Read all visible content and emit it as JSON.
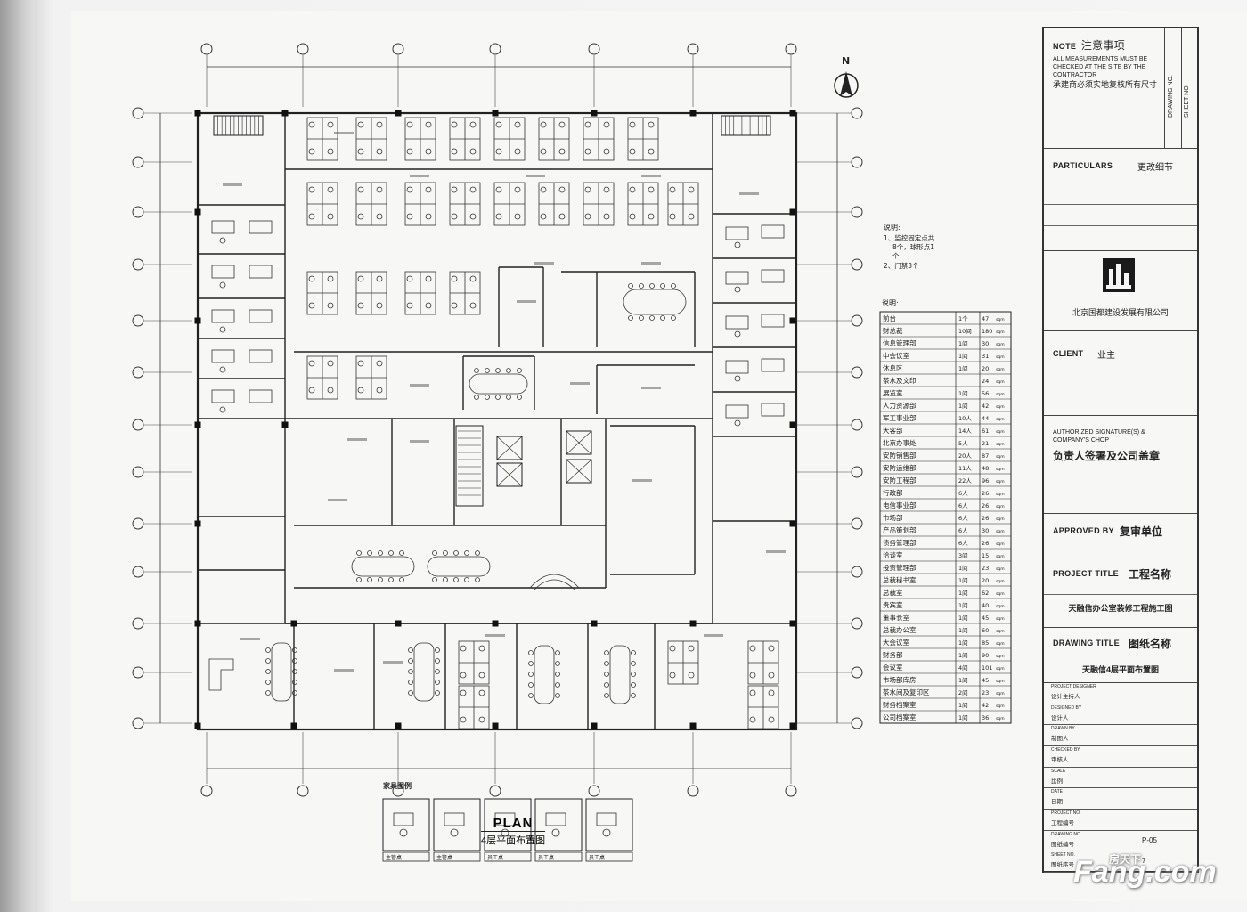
{
  "north_label": "N",
  "plan": {
    "title": "PLAN",
    "subtitle": "4层平面布置图"
  },
  "notes_top": {
    "heading": "说明:",
    "lines": [
      "1、监控固定点共",
      "8个，球形点1",
      "个",
      "2、门禁3个"
    ]
  },
  "area_table": {
    "heading": "说明:",
    "unit": "sqm",
    "rows": [
      {
        "name": "前台",
        "qty": "1个",
        "area": "47"
      },
      {
        "name": "财总裁",
        "qty": "10间",
        "area": "180"
      },
      {
        "name": "信息管理部",
        "qty": "1间",
        "area": "30"
      },
      {
        "name": "中会议室",
        "qty": "1间",
        "area": "31"
      },
      {
        "name": "休息区",
        "qty": "1间",
        "area": "20"
      },
      {
        "name": "茶水及文印",
        "qty": "",
        "area": "24"
      },
      {
        "name": "展览室",
        "qty": "1间",
        "area": "56"
      },
      {
        "name": "人力资源部",
        "qty": "1间",
        "area": "42"
      },
      {
        "name": "军工事业部",
        "qty": "10人",
        "area": "44"
      },
      {
        "name": "大客部",
        "qty": "14人",
        "area": "61"
      },
      {
        "name": "北京办事处",
        "qty": "5人",
        "area": "21"
      },
      {
        "name": "安防销售部",
        "qty": "20人",
        "area": "87"
      },
      {
        "name": "安防运维部",
        "qty": "11人",
        "area": "48"
      },
      {
        "name": "安防工程部",
        "qty": "22人",
        "area": "96"
      },
      {
        "name": "行政部",
        "qty": "6人",
        "area": "26"
      },
      {
        "name": "电信事业部",
        "qty": "6人",
        "area": "26"
      },
      {
        "name": "市场部",
        "qty": "6人",
        "area": "26"
      },
      {
        "name": "产品策划部",
        "qty": "6人",
        "area": "30"
      },
      {
        "name": "债务管理部",
        "qty": "6人",
        "area": "26"
      },
      {
        "name": "洽谈室",
        "qty": "3间",
        "area": "15"
      },
      {
        "name": "投资管理部",
        "qty": "1间",
        "area": "23"
      },
      {
        "name": "总裁秘书室",
        "qty": "1间",
        "area": "20"
      },
      {
        "name": "总裁室",
        "qty": "1间",
        "area": "62"
      },
      {
        "name": "贵宾室",
        "qty": "1间",
        "area": "40"
      },
      {
        "name": "董事长室",
        "qty": "1间",
        "area": "45"
      },
      {
        "name": "总裁办公室",
        "qty": "1间",
        "area": "60"
      },
      {
        "name": "大会议室",
        "qty": "1间",
        "area": "85"
      },
      {
        "name": "财务部",
        "qty": "1间",
        "area": "90"
      },
      {
        "name": "会议室",
        "qty": "4间",
        "area": "101"
      },
      {
        "name": "市场部库房",
        "qty": "1间",
        "area": "45"
      },
      {
        "name": "茶水间及复印区",
        "qty": "2间",
        "area": "23"
      },
      {
        "name": "财务档案室",
        "qty": "1间",
        "area": "42"
      },
      {
        "name": "公司档案室",
        "qty": "1间",
        "area": "36"
      }
    ]
  },
  "legend": {
    "heading": "家具图例",
    "items": [
      "主管桌",
      "主管桌",
      "员工桌",
      "员工桌",
      "员工桌"
    ]
  },
  "title_block": {
    "note_en": "NOTE",
    "note_cn": "注意事项",
    "note_text": [
      "ALL MEASUREMENTS MUST BE",
      "CHECKED AT THE SITE BY THE",
      "CONTRACTOR"
    ],
    "note_cn_text": "承建商必须实地复核所有尺寸",
    "side_labels": [
      "DRAWING NO.",
      "SHEET NO."
    ],
    "particulars_en": "PARTICULARS",
    "particulars_cn": "更改细节",
    "company": "北京国都建设发展有限公司",
    "client_en": "CLIENT",
    "client_cn": "业主",
    "auth_en": [
      "AUTHORIZED SIGNATURE(S) &",
      "COMPANY'S CHOP"
    ],
    "auth_cn": "负责人签署及公司盖章",
    "approved_en": "APPROVED BY",
    "approved_cn": "复审单位",
    "project_en": "PROJECT TITLE",
    "project_cn": "工程名称",
    "project_value": "天融信办公室装修工程施工图",
    "drawing_en": "DRAWING TITLE",
    "drawing_cn": "图纸名称",
    "drawing_value": "天融信4层平面布置图",
    "info_rows": [
      {
        "en": "PROJECT DESIGNER",
        "cn": "设计主持人",
        "val": ""
      },
      {
        "en": "DESIGNED BY",
        "cn": "设计人",
        "val": ""
      },
      {
        "en": "DRAWN BY",
        "cn": "制图人",
        "val": ""
      },
      {
        "en": "CHECKED BY",
        "cn": "审核人",
        "val": ""
      },
      {
        "en": "SCALE",
        "cn": "比例",
        "val": ""
      },
      {
        "en": "DATE",
        "cn": "日期",
        "val": ""
      },
      {
        "en": "PROJECT NO.",
        "cn": "工程编号",
        "val": ""
      },
      {
        "en": "DRAWING NO.",
        "cn": "图纸编号",
        "val": "P-05"
      },
      {
        "en": "SHEET NO.",
        "cn": "图纸序号",
        "val": "7"
      }
    ]
  },
  "watermark": {
    "brand": "Fang.com",
    "cn": "房天下"
  },
  "colors": {
    "ink": "#222222",
    "paper": "#f7f7f5"
  }
}
